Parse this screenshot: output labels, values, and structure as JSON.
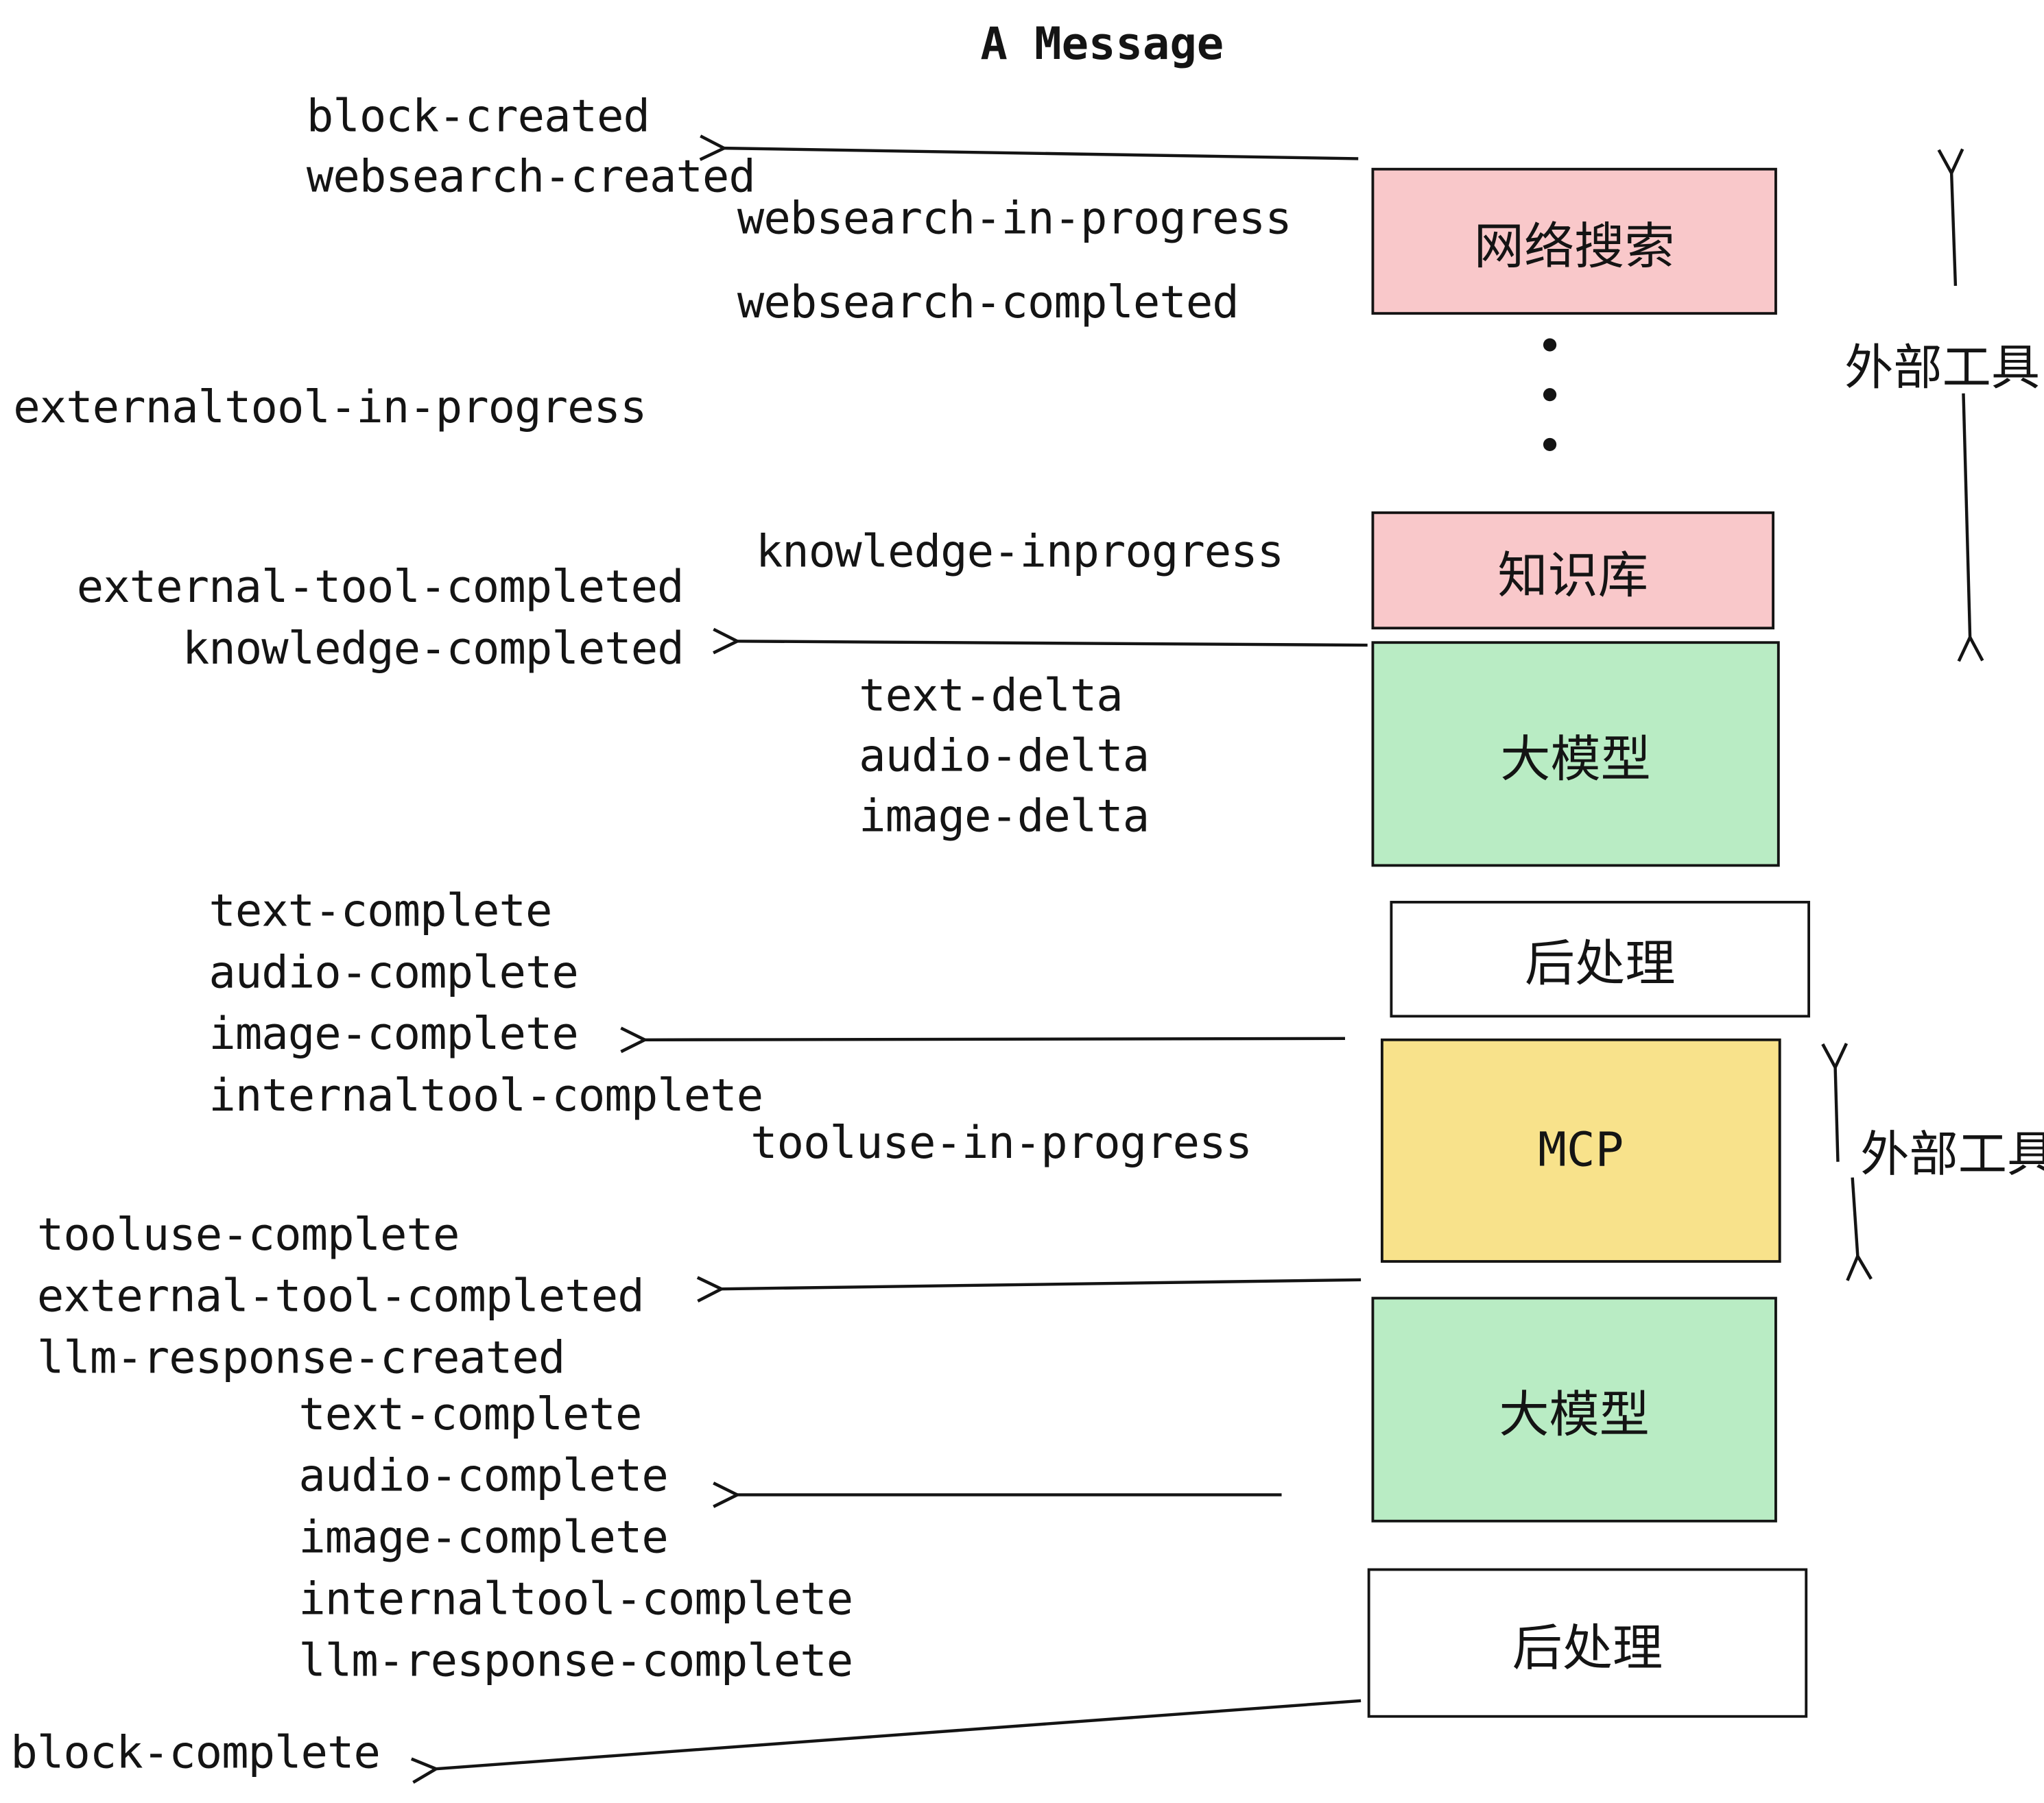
{
  "title": "A Message",
  "colors": {
    "pink": "#f9c8ca",
    "green": "#b9ecc4",
    "yellow": "#f8e28b",
    "white": "#ffffff",
    "line": "#141414"
  },
  "boxes": [
    {
      "id": "websearch",
      "label": "网络搜索"
    },
    {
      "id": "knowledge",
      "label": "知识库"
    },
    {
      "id": "llm-1",
      "label": "大模型"
    },
    {
      "id": "post-1",
      "label": "后处理"
    },
    {
      "id": "mcp",
      "label": "MCP"
    },
    {
      "id": "llm-2",
      "label": "大模型"
    },
    {
      "id": "post-2",
      "label": "后处理"
    }
  ],
  "side_labels": [
    {
      "id": "external-tools-top",
      "text": "外部工具"
    },
    {
      "id": "external-tools-mcp",
      "text": "外部工具"
    }
  ],
  "event_labels": [
    {
      "text": "block-created"
    },
    {
      "text": "websearch-created"
    },
    {
      "text": "websearch-in-progress"
    },
    {
      "text": "websearch-completed"
    },
    {
      "text": "externaltool-in-progress"
    },
    {
      "text": "knowledge-inprogress"
    },
    {
      "text": "external-tool-completed"
    },
    {
      "text": "knowledge-completed"
    },
    {
      "text": "text-delta"
    },
    {
      "text": "audio-delta"
    },
    {
      "text": "image-delta"
    },
    {
      "text": "text-complete"
    },
    {
      "text": "audio-complete"
    },
    {
      "text": "image-complete"
    },
    {
      "text": "internaltool-complete"
    },
    {
      "text": "tooluse-in-progress"
    },
    {
      "text": "tooluse-complete"
    },
    {
      "text": "external-tool-completed"
    },
    {
      "text": "llm-response-created"
    },
    {
      "text": "text-complete"
    },
    {
      "text": "audio-complete"
    },
    {
      "text": "image-complete"
    },
    {
      "text": "internaltool-complete"
    },
    {
      "text": "llm-response-complete"
    },
    {
      "text": "block-complete"
    }
  ]
}
